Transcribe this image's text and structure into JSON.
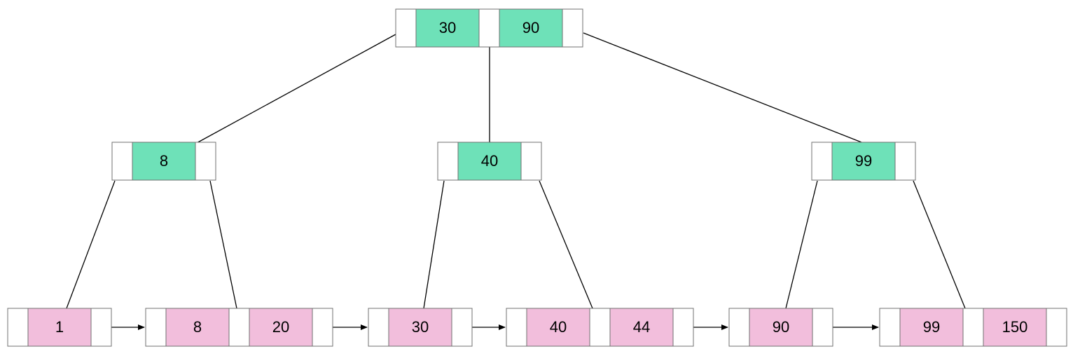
{
  "colors": {
    "internal_key_fill": "#6ee1b8",
    "leaf_key_fill": "#f2bedc",
    "pointer_cell_fill": "#ffffff",
    "cell_stroke": "#707070",
    "edge_stroke": "#000000"
  },
  "tree": {
    "root": {
      "keys": [
        "30",
        "90"
      ]
    },
    "internal_nodes": [
      {
        "keys": [
          "8"
        ]
      },
      {
        "keys": [
          "40"
        ]
      },
      {
        "keys": [
          "99"
        ]
      }
    ],
    "leaves": [
      {
        "keys": [
          "1"
        ]
      },
      {
        "keys": [
          "8",
          "20"
        ]
      },
      {
        "keys": [
          "30"
        ]
      },
      {
        "keys": [
          "40",
          "44"
        ]
      },
      {
        "keys": [
          "90"
        ]
      },
      {
        "keys": [
          "99",
          "150"
        ]
      }
    ]
  }
}
